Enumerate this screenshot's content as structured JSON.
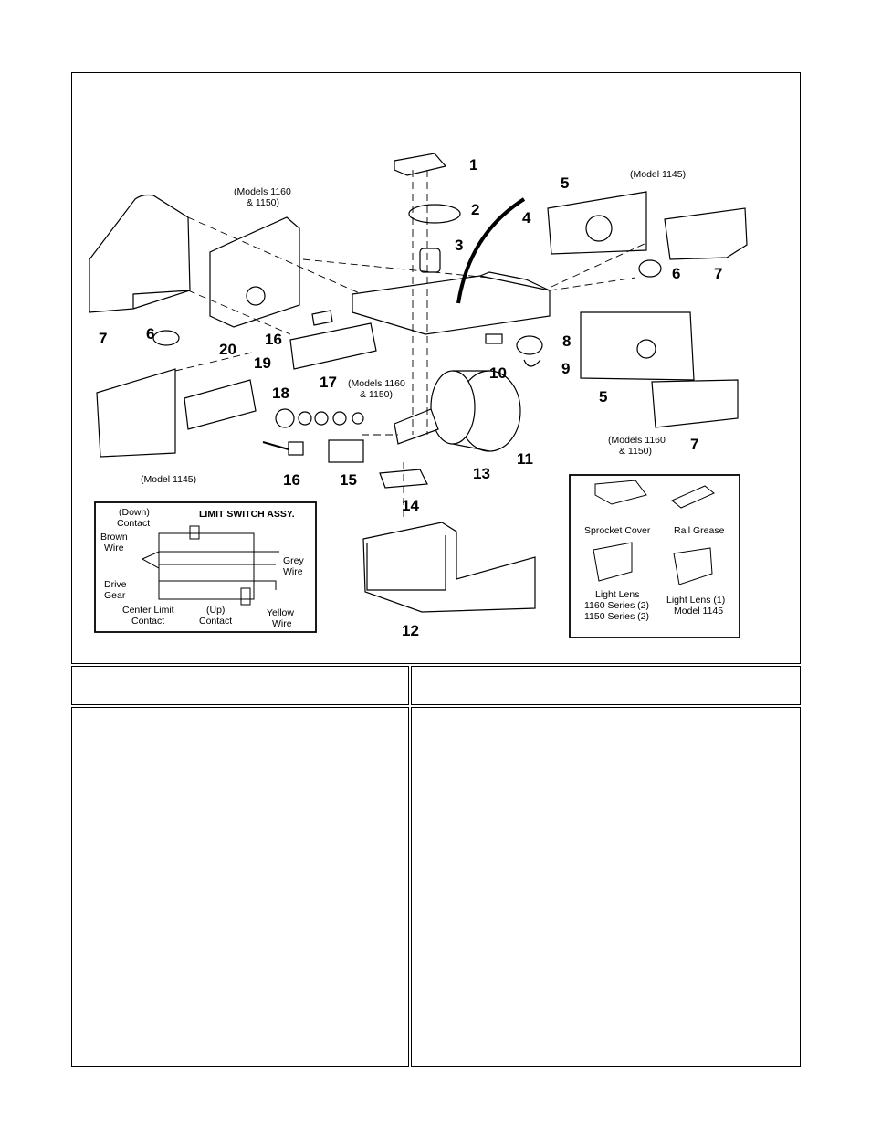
{
  "callouts": [
    "1",
    "2",
    "3",
    "4",
    "5",
    "6",
    "7",
    "8",
    "9",
    "10",
    "11",
    "12",
    "13",
    "14",
    "15",
    "16",
    "17",
    "18",
    "19",
    "20"
  ],
  "model_labels": {
    "models_1160_1150_a_line1": "(Models 1160",
    "models_1160_1150_a_line2": "& 1150)",
    "model_1145_top": "(Model 1145)",
    "models_1160_1150_b_line1": "(Models 1160",
    "models_1160_1150_b_line2": "& 1150)",
    "models_1160_1150_c_line1": "(Models 1160",
    "models_1160_1150_c_line2": "& 1150)",
    "model_1145_bottom": "(Model 1145)"
  },
  "limit_switch": {
    "title": "LIMIT SWITCH ASSY.",
    "down_contact_line1": "(Down)",
    "down_contact_line2": "Contact",
    "brown_wire_line1": "Brown",
    "brown_wire_line2": "Wire",
    "drive_gear_line1": "Drive",
    "drive_gear_line2": "Gear",
    "center_limit_line1": "Center Limit",
    "center_limit_line2": "Contact",
    "up_contact_line1": "(Up)",
    "up_contact_line2": "Contact",
    "grey_wire_line1": "Grey",
    "grey_wire_line2": "Wire",
    "yellow_wire_line1": "Yellow",
    "yellow_wire_line2": "Wire"
  },
  "accessories": {
    "sprocket_cover": "Sprocket Cover",
    "rail_grease": "Rail Grease",
    "light_lens_a_line1": "Light Lens",
    "light_lens_a_line2": "1160 Series (2)",
    "light_lens_a_line3": "1150 Series (2)",
    "light_lens_b_line1": "Light Lens (1)",
    "light_lens_b_line2": "Model 1145"
  }
}
